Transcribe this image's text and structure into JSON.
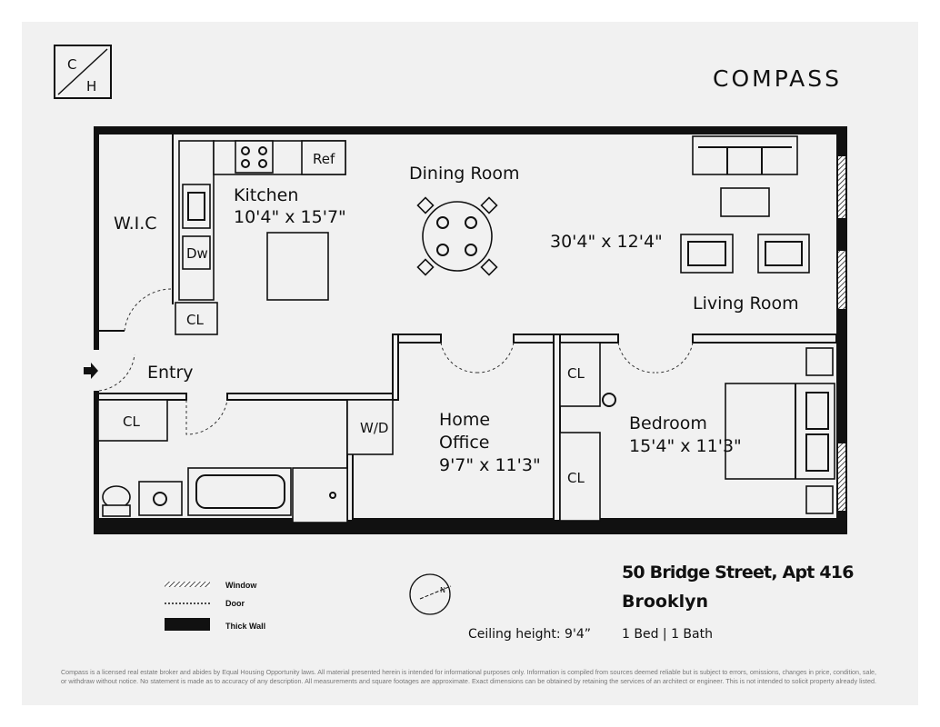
{
  "branding": {
    "logo_left": [
      "C",
      "H"
    ],
    "logo_right": "COMPASS"
  },
  "rooms": {
    "wic": "W.I.C",
    "kitchen": {
      "name": "Kitchen",
      "dims": "10'4\" x 15'7\""
    },
    "dining": "Dining Room",
    "living": {
      "name": "Living Room",
      "dims": "30'4\" x 12'4\""
    },
    "entry": "Entry",
    "office": {
      "name_line1": "Home",
      "name_line2": "Office",
      "dims": "9'7\" x 11'3\""
    },
    "bedroom": {
      "name": "Bedroom",
      "dims": "15'4\" x 11'3\""
    }
  },
  "fixtures": {
    "ref": "Ref",
    "dw": "Dw",
    "cl": "CL",
    "wd": "W/D"
  },
  "legend": [
    {
      "label": "Window",
      "icon": "hatched-line"
    },
    {
      "label": "Door",
      "icon": "dotted-line"
    },
    {
      "label": "Thick Wall",
      "icon": "black-bar"
    }
  ],
  "property": {
    "address": "50 Bridge Street, Apt 416",
    "city": "Brooklyn",
    "ceiling": "Ceiling height: 9'4”",
    "beds_baths": "1 Bed | 1 Bath"
  },
  "compass_rose_letter": "N",
  "disclaimer": [
    "Compass is a licensed real estate broker and abides by Equal Housing Opportunity laws. All material presented herein is intended for informational purposes only. Information is compiled from sources deemed reliable but is subject to errors, omissions, changes in price, condition, sale,",
    "or withdraw without notice. No statement is made as to accuracy of any description. All measurements and square footages are approximate. Exact dimensions can be obtained by retaining the services of an architect or engineer. This is not intended to solicit property already listed."
  ],
  "colors": {
    "background": "#f1f1f1",
    "wall": "#111111"
  }
}
